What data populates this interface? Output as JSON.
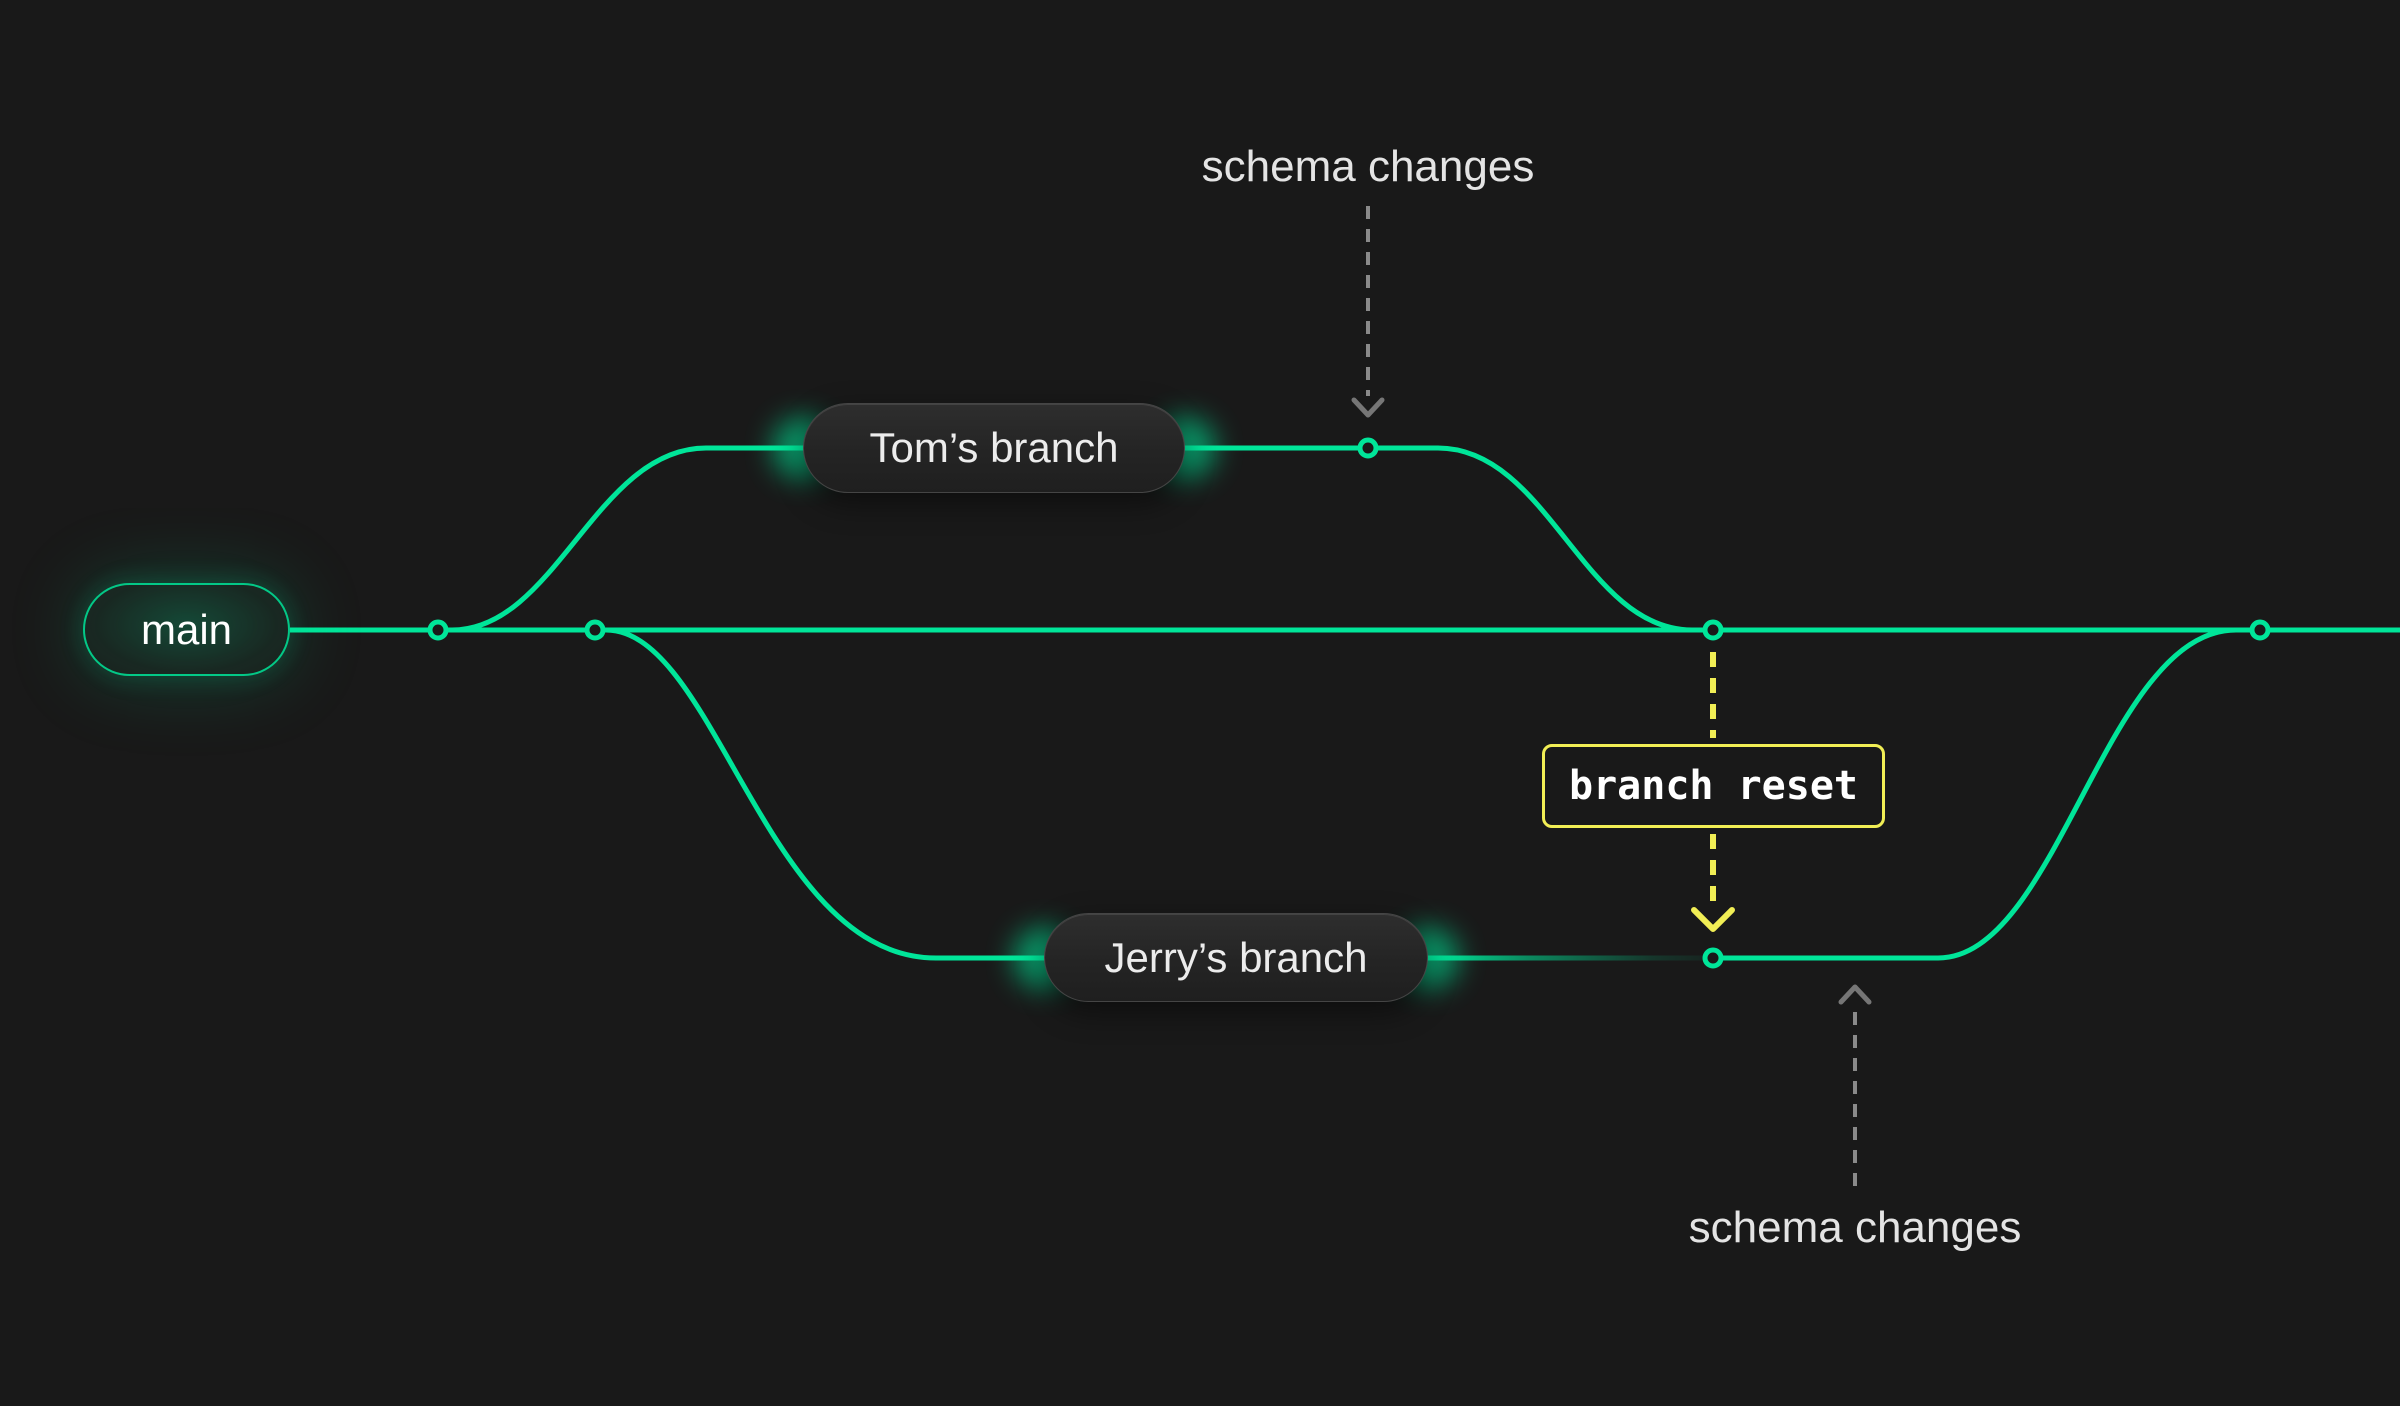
{
  "diagram": {
    "branches": {
      "main": {
        "label": "main"
      },
      "tom": {
        "label": "Tom’s branch"
      },
      "jerry": {
        "label": "Jerry’s branch"
      }
    },
    "annotations": {
      "schema_changes_top": "schema changes",
      "schema_changes_bottom": "schema changes",
      "branch_reset": "branch reset"
    },
    "commit_nodes": {
      "main_line": 4,
      "tom_line": 1,
      "jerry_line": 1
    },
    "colors": {
      "background": "#191919",
      "branch_green": "#00e599",
      "reset_yellow": "#f1ee55",
      "arrow_gray": "#8a8a8a",
      "label_text": "#e4e4e4"
    }
  }
}
